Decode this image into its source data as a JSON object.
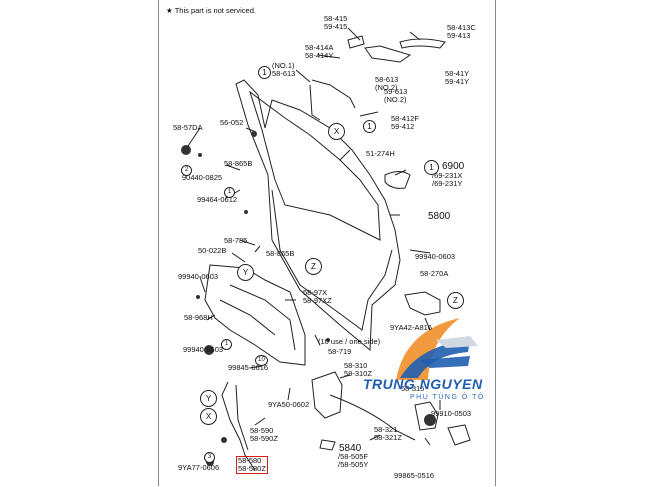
{
  "notice": {
    "star": "★",
    "text": "This part is not serviced."
  },
  "callouts": {
    "c58415": "58-415\n59-415",
    "c58413c": "58-413C\n59-413",
    "c58414a": "58-414A\n58-414Y",
    "no1a": "(NO.1)",
    "c58613": "58-613",
    "c58613no2": "58-613\n(NO.2)",
    "c59613no2": "59-613\n(NO.2)",
    "c5841y": "58-41Y\n59-41Y",
    "c58412f": "58-412F\n59-412",
    "c56052": "56-052",
    "c5857da": "58-57DA",
    "c90440": "90440-0825",
    "c58865b1": "58-865B",
    "c99464": "99464-0612",
    "c51274h": "51-274H",
    "c6900": "6900",
    "c69231": "/69-231X\n/69-231Y",
    "c5800": "5800",
    "c58785": "58-785",
    "c50022b": "50-022B",
    "c58865b2": "58-865B",
    "c99940a": "99940-0603",
    "c99940b": "99940-0603",
    "c58270a": "58-270A",
    "c5897x": "58-97X\n58-97XZ",
    "c58968h": "58-968H",
    "c99940c": "99940-0603",
    "c9ya42": "9YA42-A816",
    "c10use": "(10 use / one side)",
    "c58719": "58-719",
    "c99845": "99845-0616",
    "c58310": "58-310\n58-310Z",
    "c58315": "58-315",
    "c9ya50": "9YA50-0602",
    "c99910": "99910-0503",
    "c58590": "58-590\n58-590Z",
    "c58321": "58-321\n58-321Z",
    "c5840": "5840",
    "c58505f": "/58-505F\n/58-505Y",
    "c58580": "58-580\n58-580Z",
    "c9ya77": "9YA77-0606",
    "c99865": "99865-0516"
  },
  "circle_labels": {
    "one": "1",
    "two": "2",
    "three": "3",
    "ten": "10",
    "x": "X",
    "y": "Y",
    "z": "Z"
  },
  "logo": {
    "brand": "TRUNG NGUYEN",
    "tagline": "PHỤ TÙNG Ô TÔ"
  },
  "colors": {
    "highlight": "#d81c1c",
    "logo_blue": "#1f5fb0",
    "logo_orange": "#f08a1c",
    "line": "#222222"
  }
}
